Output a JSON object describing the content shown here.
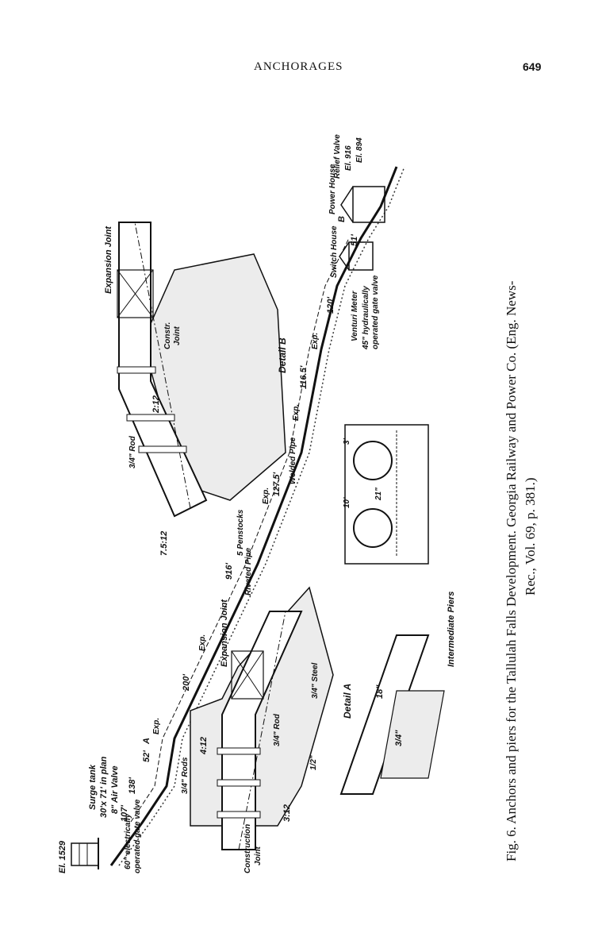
{
  "header": {
    "running_title": "ANCHORAGES",
    "page_number": "649"
  },
  "figure": {
    "caption_line1": "Fig. 6.  Anchors and piers for the Tallulah Falls Development.  Georgia Railway and Power Co.  (Eng. News-",
    "caption_line2": "Rec., Vol. 69, p. 381.)",
    "profile_labels": {
      "el_1529": "El. 1529",
      "surge_tank": "Surge tank",
      "surge_dims": "30'x 71' in plan",
      "air_valve": "8\" Air Valve",
      "gate_valve_60_1": "60\" electrically",
      "gate_valve_60_2": "operated gate valve",
      "d_107": "107'",
      "d_138": "138'",
      "d_52": "52'",
      "point_a": "A",
      "exp": "Exp.",
      "d_200": "200'",
      "d_916": "916'",
      "riveted_pipe": "Riveted Pipe",
      "penstocks": "5 Penstocks",
      "d_127_5": "127.5'",
      "welded_pipe": "Welded Pipe",
      "d_116_5": "116.5'",
      "d_120": "120'",
      "point_b": "B",
      "d_51": "51'",
      "switch_house": "Switch House",
      "power_house": "Power House",
      "relief_valve": "Relief Valve",
      "el_916": "El. 916",
      "el_894": "El. 894",
      "venturi_meter": "Venturi Meter",
      "gate_valve_45_1": "45\" hydraulically",
      "gate_valve_45_2": "operated gate valve"
    },
    "detail_b": {
      "title": "Detail B",
      "expansion_joint": "Expansion Joint",
      "constr_joint_1": "Constr.",
      "constr_joint_2": "Joint",
      "slope_2_12": "2:12",
      "slope_7_5_12": "7.5:12",
      "rod": "3/4\" Rod"
    },
    "detail_a": {
      "title": "Detail A",
      "expansion_joint": "Expansion Joint",
      "slope_4_12": "4:12",
      "slope_3_12": "3:12",
      "rods": "3/4\" Rods",
      "rod": "3/4\" Rod",
      "anchor_bolt": "3/4\" Steel",
      "construction_joint_1": "Construction",
      "construction_joint_2": "Joint",
      "d_1_2": "1/2\""
    },
    "intermediate_piers": {
      "title": "Intermediate Piers",
      "d_10": "10'",
      "d_3": "3'",
      "d_21": "21\"",
      "d_18": "18\"",
      "d_3_4": "3/4\""
    }
  }
}
